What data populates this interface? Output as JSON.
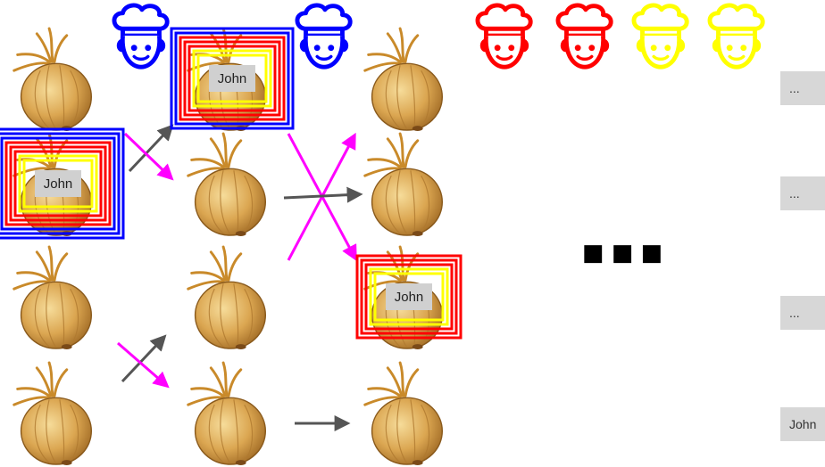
{
  "nodes": [
    {
      "col": 0,
      "row": 0,
      "label": ""
    },
    {
      "col": 0,
      "row": 1,
      "label": "John",
      "frames": [
        "blue",
        "blue",
        "blue",
        "red",
        "red",
        "red",
        "yellow",
        "yellow"
      ]
    },
    {
      "col": 0,
      "row": 2,
      "label": ""
    },
    {
      "col": 0,
      "row": 3,
      "label": ""
    },
    {
      "col": 1,
      "row": 0,
      "label": "John",
      "frames": [
        "blue",
        "blue",
        "red",
        "red",
        "red",
        "yellow",
        "yellow"
      ]
    },
    {
      "col": 1,
      "row": 1,
      "label": ""
    },
    {
      "col": 1,
      "row": 2,
      "label": ""
    },
    {
      "col": 1,
      "row": 3,
      "label": ""
    },
    {
      "col": 2,
      "row": 0,
      "label": ""
    },
    {
      "col": 2,
      "row": 1,
      "label": ""
    },
    {
      "col": 2,
      "row": 2,
      "label": "John",
      "frames": [
        "red",
        "red",
        "red",
        "yellow",
        "yellow"
      ]
    },
    {
      "col": 2,
      "row": 3,
      "label": ""
    }
  ],
  "chefs": [
    {
      "name": "chef-blue-1",
      "color": "#0000ff"
    },
    {
      "name": "chef-blue-2",
      "color": "#0000ff"
    },
    {
      "name": "chef-red-1",
      "color": "#ff0000"
    },
    {
      "name": "chef-red-2",
      "color": "#ff0000"
    },
    {
      "name": "chef-yellow-1",
      "color": "#ffff00"
    },
    {
      "name": "chef-yellow-2",
      "color": "#ffff00"
    }
  ],
  "ellipsis": "■ ■ ■",
  "side_boxes": [
    {
      "text": "..."
    },
    {
      "text": "..."
    },
    {
      "text": "..."
    },
    {
      "text": "John"
    }
  ],
  "colors": {
    "blue": "#0000ff",
    "red": "#ff0000",
    "yellow": "#ffff00",
    "magenta": "#ff00ff",
    "gray_arrow": "#555555",
    "name_box": "#d0d0d0"
  }
}
